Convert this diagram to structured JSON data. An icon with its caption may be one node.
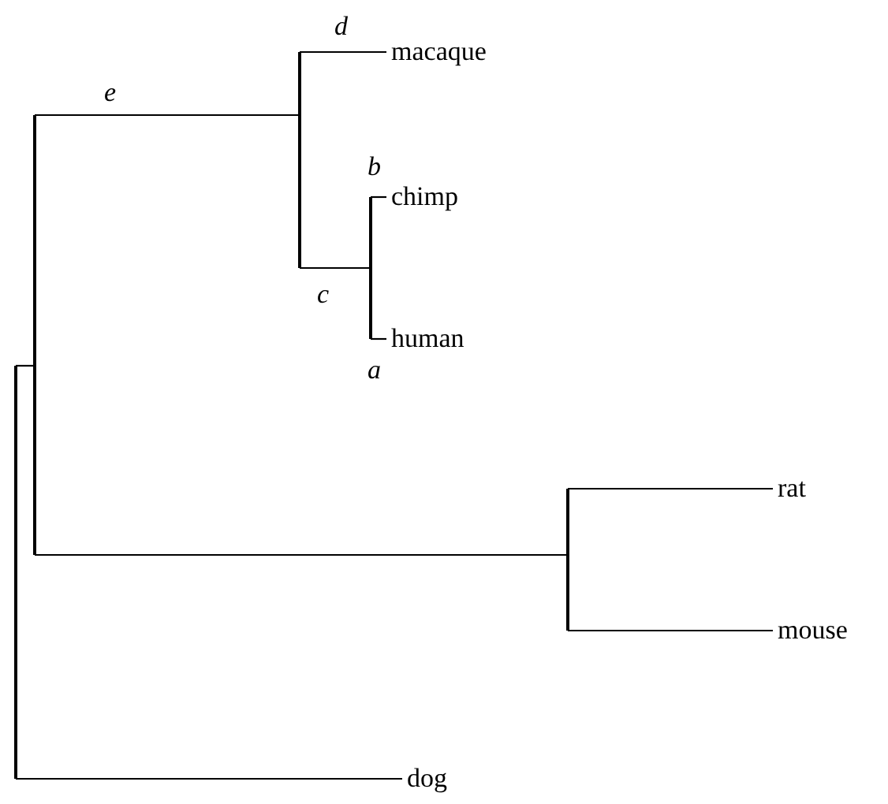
{
  "diagram": {
    "nodes": [
      {
        "text": [],
        "shape": "bar"
      },
      {
        "text": [],
        "shape": "bar"
      },
      {
        "text": [],
        "shape": "bar"
      },
      {
        "text": [
          "macaque"
        ]
      },
      {
        "text": [],
        "shape": "bar"
      },
      {
        "text": [
          "chimp"
        ]
      },
      {
        "text": [
          "human"
        ]
      },
      {
        "text": [],
        "shape": "bar"
      },
      {
        "text": [
          "rat"
        ]
      },
      {
        "text": [
          "mouse"
        ]
      },
      {
        "text": [
          "dog"
        ]
      }
    ],
    "edges": [
      {
        "from": 0,
        "to": 1,
        "arrow": "none"
      },
      {
        "from": 1,
        "to": 2,
        "arrow": "none",
        "label": "e"
      },
      {
        "from": 2,
        "to": 3,
        "arrow": "none",
        "label": "d"
      },
      {
        "from": 2,
        "to": 4,
        "arrow": "none",
        "label": "c"
      },
      {
        "from": 4,
        "to": 5,
        "arrow": "none",
        "label": "b"
      },
      {
        "from": 4,
        "to": 6,
        "arrow": "none",
        "label": "a"
      },
      {
        "from": 1,
        "to": 7,
        "arrow": "none"
      },
      {
        "from": 7,
        "to": 8,
        "arrow": "none"
      },
      {
        "from": 7,
        "to": 9,
        "arrow": "none"
      },
      {
        "from": 0,
        "to": 10,
        "arrow": "none"
      }
    ]
  }
}
